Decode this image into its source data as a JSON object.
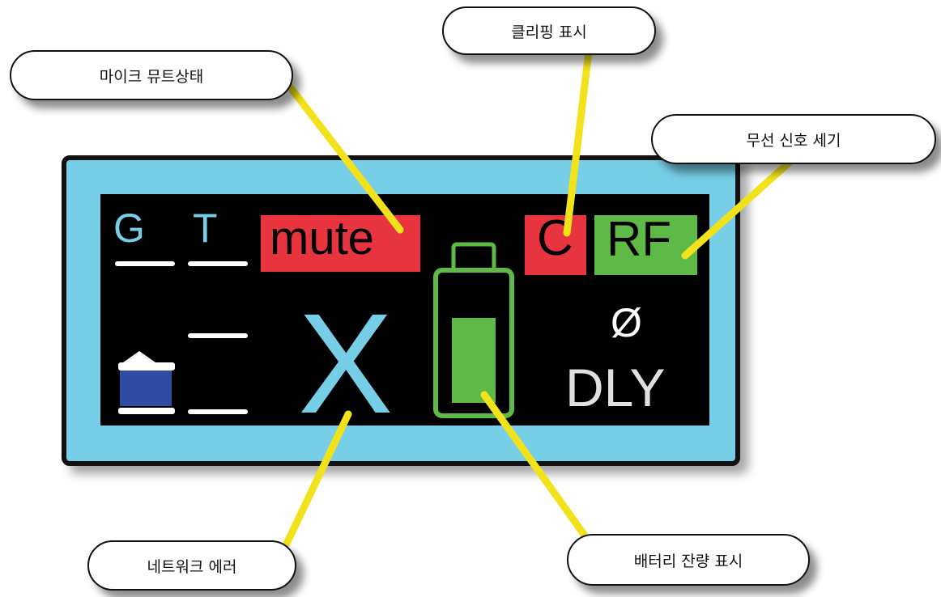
{
  "callouts": {
    "mic_mute": "마이크 뮤트상태",
    "clipping": "클리핑 표시",
    "rf_strength": "무선 신호 세기",
    "network_error": "네트워크 에러",
    "battery": "배터리 잔량 표시"
  },
  "display": {
    "g": "G",
    "t": "T",
    "mute": "mute",
    "clip": "C",
    "rf": "RF",
    "network_error_symbol": "X",
    "phase": "Ø",
    "delay": "DLY"
  },
  "battery_level": 0.75,
  "icons": [
    "level-meter-icon",
    "battery-icon"
  ],
  "colors": {
    "panel": "#76cfe6",
    "accent_red": "#e8343f",
    "accent_green": "#5fb946",
    "leader_line": "#f2e21b",
    "meter_blue": "#2f4da0"
  }
}
